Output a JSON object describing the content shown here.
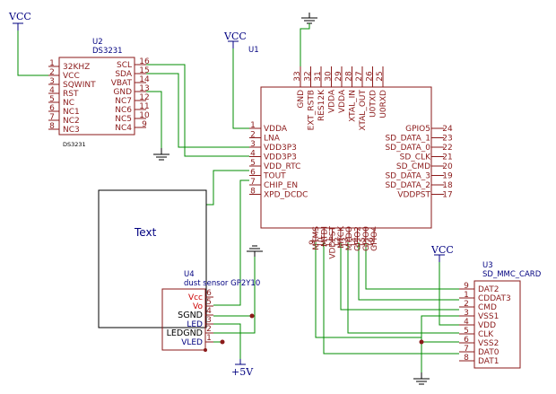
{
  "power": {
    "vcc": "VCC",
    "plus5v": "+5V"
  },
  "u2": {
    "ref": "U2",
    "value": "DS3231",
    "footprint": "DS3231",
    "left_pins": [
      {
        "num": "1",
        "name": "32KHZ"
      },
      {
        "num": "2",
        "name": "VCC"
      },
      {
        "num": "3",
        "name": "SQWINT"
      },
      {
        "num": "4",
        "name": "RST"
      },
      {
        "num": "5",
        "name": "NC"
      },
      {
        "num": "6",
        "name": "NC1"
      },
      {
        "num": "7",
        "name": "NC2"
      },
      {
        "num": "8",
        "name": "NC3"
      }
    ],
    "right_pins": [
      {
        "num": "16",
        "name": "SCL"
      },
      {
        "num": "15",
        "name": "SDA"
      },
      {
        "num": "14",
        "name": "VBAT"
      },
      {
        "num": "13",
        "name": "GND"
      },
      {
        "num": "12",
        "name": "NC7"
      },
      {
        "num": "11",
        "name": "NC6"
      },
      {
        "num": "10",
        "name": "NC5"
      },
      {
        "num": "9",
        "name": "NC4"
      }
    ]
  },
  "u1": {
    "ref": "U1",
    "left_pins": [
      {
        "num": "1",
        "name": "VDDA"
      },
      {
        "num": "2",
        "name": "LNA"
      },
      {
        "num": "3",
        "name": "VDD3P3"
      },
      {
        "num": "4",
        "name": "VDD3P3"
      },
      {
        "num": "5",
        "name": "VDD_RTC"
      },
      {
        "num": "6",
        "name": "TOUT"
      },
      {
        "num": "7",
        "name": "CHIP_EN"
      },
      {
        "num": "8",
        "name": "XPD_DCDC"
      }
    ],
    "top_pins": [
      {
        "num": "33",
        "name": "GND"
      },
      {
        "num": "32",
        "name": "EXT_RSTB"
      },
      {
        "num": "31",
        "name": "RES12K"
      },
      {
        "num": "30",
        "name": "VDDA"
      },
      {
        "num": "29",
        "name": "VDDA"
      },
      {
        "num": "28",
        "name": "XTAL_IN"
      },
      {
        "num": "27",
        "name": "XTAL_OUT"
      },
      {
        "num": "26",
        "name": "U0TXD"
      },
      {
        "num": "25",
        "name": "U0RXD"
      }
    ],
    "right_pins": [
      {
        "num": "24",
        "name": "GPIO5"
      },
      {
        "num": "23",
        "name": "SD_DATA_1"
      },
      {
        "num": "22",
        "name": "SD_DATA_0"
      },
      {
        "num": "21",
        "name": "SD_CLK"
      },
      {
        "num": "20",
        "name": "SD_CMD"
      },
      {
        "num": "19",
        "name": "SD_DATA_3"
      },
      {
        "num": "18",
        "name": "SD_DATA_2"
      },
      {
        "num": "17",
        "name": "VDDPST"
      }
    ],
    "bottom_pins": [
      {
        "num": "9",
        "name": "MTMS"
      },
      {
        "num": "10",
        "name": "MTDI"
      },
      {
        "num": "11",
        "name": "VDDPST"
      },
      {
        "num": "12",
        "name": "MTCK"
      },
      {
        "num": "13",
        "name": "MTDO"
      },
      {
        "num": "14",
        "name": "GPIO2"
      },
      {
        "num": "15",
        "name": "GPIO0"
      },
      {
        "num": "16",
        "name": "GPIO4"
      }
    ]
  },
  "u4": {
    "ref": "U4",
    "value": "dust sensor GP2Y10",
    "pins": [
      {
        "num": "6",
        "name": "Vcc"
      },
      {
        "num": "5",
        "name": "Vo"
      },
      {
        "num": "4",
        "name": "SGND"
      },
      {
        "num": "3",
        "name": "LED"
      },
      {
        "num": "2",
        "name": "LEDGND"
      },
      {
        "num": "1",
        "name": "VLED"
      }
    ]
  },
  "u3": {
    "ref": "U3",
    "value": "SD_MMC_CARD",
    "pins": [
      {
        "num": "9",
        "name": "DAT2"
      },
      {
        "num": "1",
        "name": "CDDAT3"
      },
      {
        "num": "2",
        "name": "CMD"
      },
      {
        "num": "3",
        "name": "VSS1"
      },
      {
        "num": "4",
        "name": "VDD"
      },
      {
        "num": "5",
        "name": "CLK"
      },
      {
        "num": "6",
        "name": "VSS2"
      },
      {
        "num": "7",
        "name": "DAT0"
      },
      {
        "num": "8",
        "name": "DAT1"
      }
    ]
  },
  "textbox": {
    "label": "Text"
  }
}
